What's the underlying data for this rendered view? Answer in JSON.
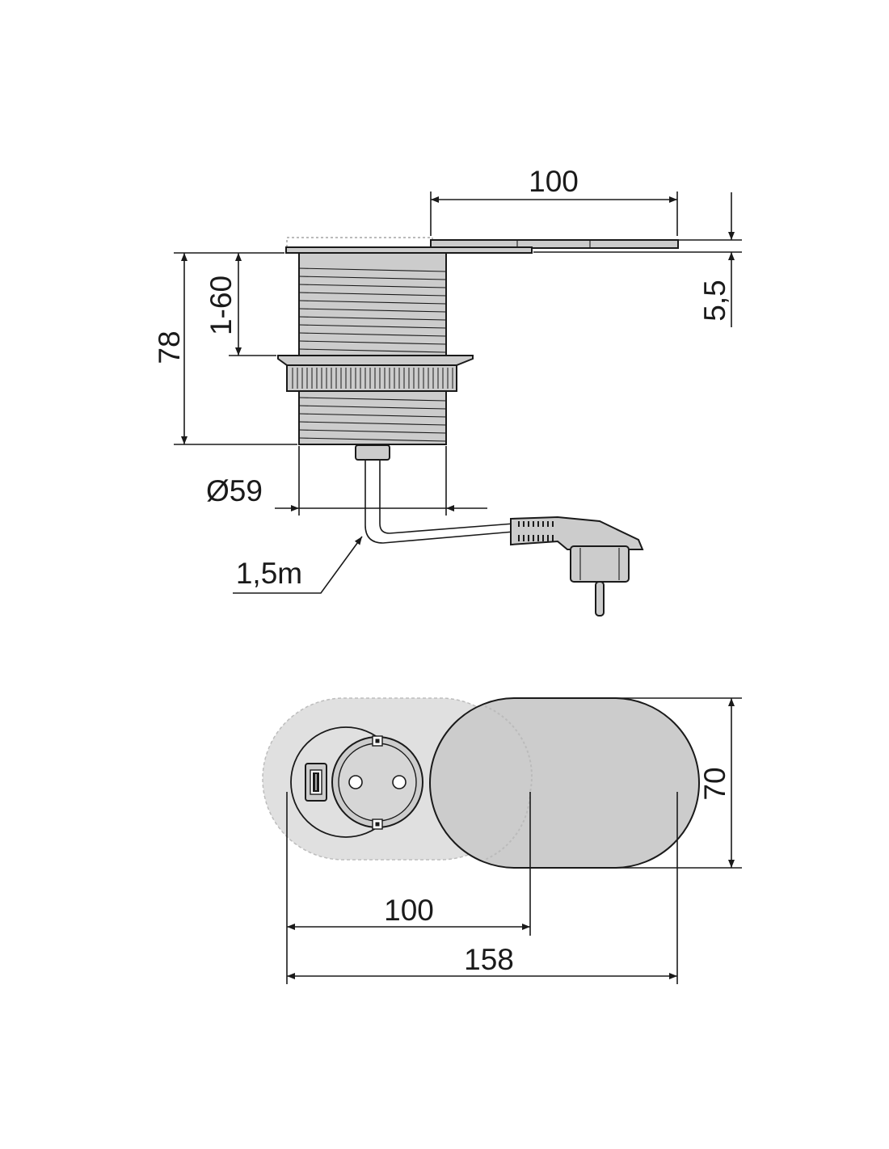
{
  "side_view": {
    "lid_width": "100",
    "lid_thickness": "5,5",
    "height_total": "78",
    "worktop_range": "1-60",
    "diameter": "Ø59",
    "cable_length": "1,5m"
  },
  "top_view": {
    "height": "70",
    "socket_to_lid": "100",
    "overall_length": "158"
  },
  "colors": {
    "line": "#1a1a1a",
    "fill": "#cccccc",
    "background": "#ffffff"
  }
}
